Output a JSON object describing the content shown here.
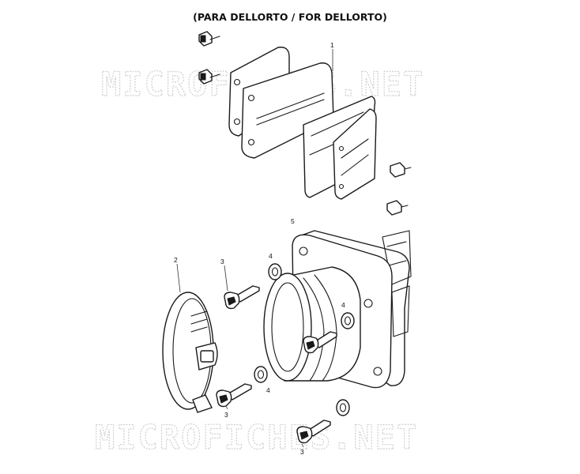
{
  "title": "(PARA DELLORTO / FOR DELLORTO)",
  "watermark": "MICROFICHES.NET",
  "callouts": {
    "reed_valve": "1",
    "hose_clamp": "2",
    "screw_a": "3",
    "screw_b": "3",
    "screw_c": "3",
    "washer_a": "4",
    "washer_b": "4",
    "washer_c": "4",
    "intake_manifold": "5"
  },
  "colors": {
    "line": "#1a1a1a",
    "watermark_outline": "#cfcfcf",
    "background": "#ffffff"
  }
}
